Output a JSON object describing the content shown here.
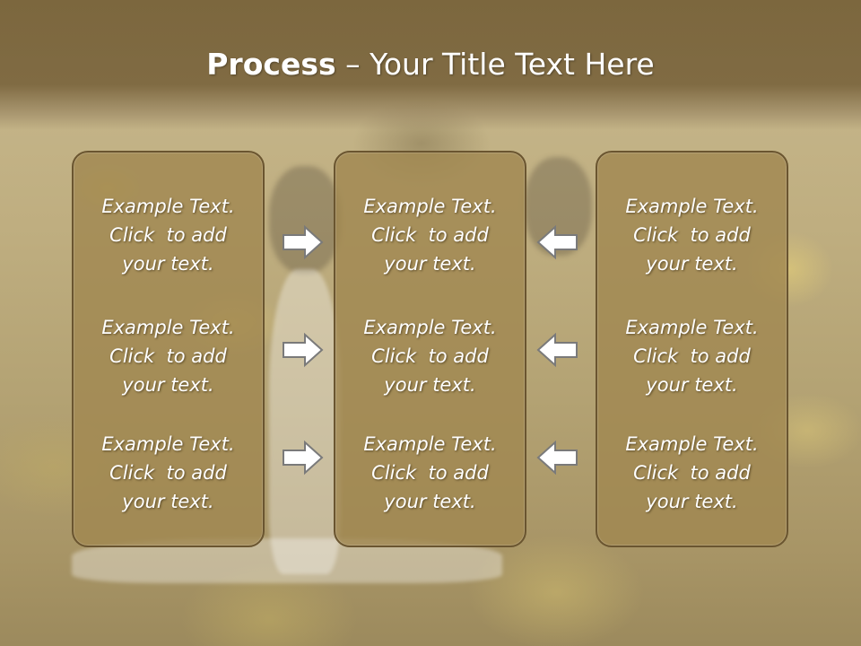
{
  "slide": {
    "title_bold": "Process",
    "title_rest": " – Your Title Text Here"
  },
  "columns": [
    {
      "items": [
        {
          "line1": "Example Text.",
          "line2": "Click  to add",
          "line3": "your text."
        },
        {
          "line1": "Example Text.",
          "line2": "Click  to add",
          "line3": "your text."
        },
        {
          "line1": "Example Text.",
          "line2": "Click  to add",
          "line3": "your text."
        }
      ]
    },
    {
      "items": [
        {
          "line1": "Example Text.",
          "line2": "Click  to add",
          "line3": "your text."
        },
        {
          "line1": "Example Text.",
          "line2": "Click  to add",
          "line3": "your text."
        },
        {
          "line1": "Example Text.",
          "line2": "Click  to add",
          "line3": "your text."
        }
      ]
    },
    {
      "items": [
        {
          "line1": "Example Text.",
          "line2": "Click  to add",
          "line3": "your text."
        },
        {
          "line1": "Example Text.",
          "line2": "Click  to add",
          "line3": "your text."
        },
        {
          "line1": "Example Text.",
          "line2": "Click  to add",
          "line3": "your text."
        }
      ]
    }
  ],
  "icons": {
    "right_arrows": [
      "arrow-right-icon",
      "arrow-right-icon",
      "arrow-right-icon"
    ],
    "left_arrows": [
      "arrow-left-icon",
      "arrow-left-icon",
      "arrow-left-icon"
    ]
  },
  "colors": {
    "title_bar": "#7c673e",
    "box_fill": "#a08750",
    "box_border": "#6a5530",
    "text": "#ffffff",
    "arrow_fill": "#ffffff",
    "arrow_stroke": "#7a7a7a"
  }
}
